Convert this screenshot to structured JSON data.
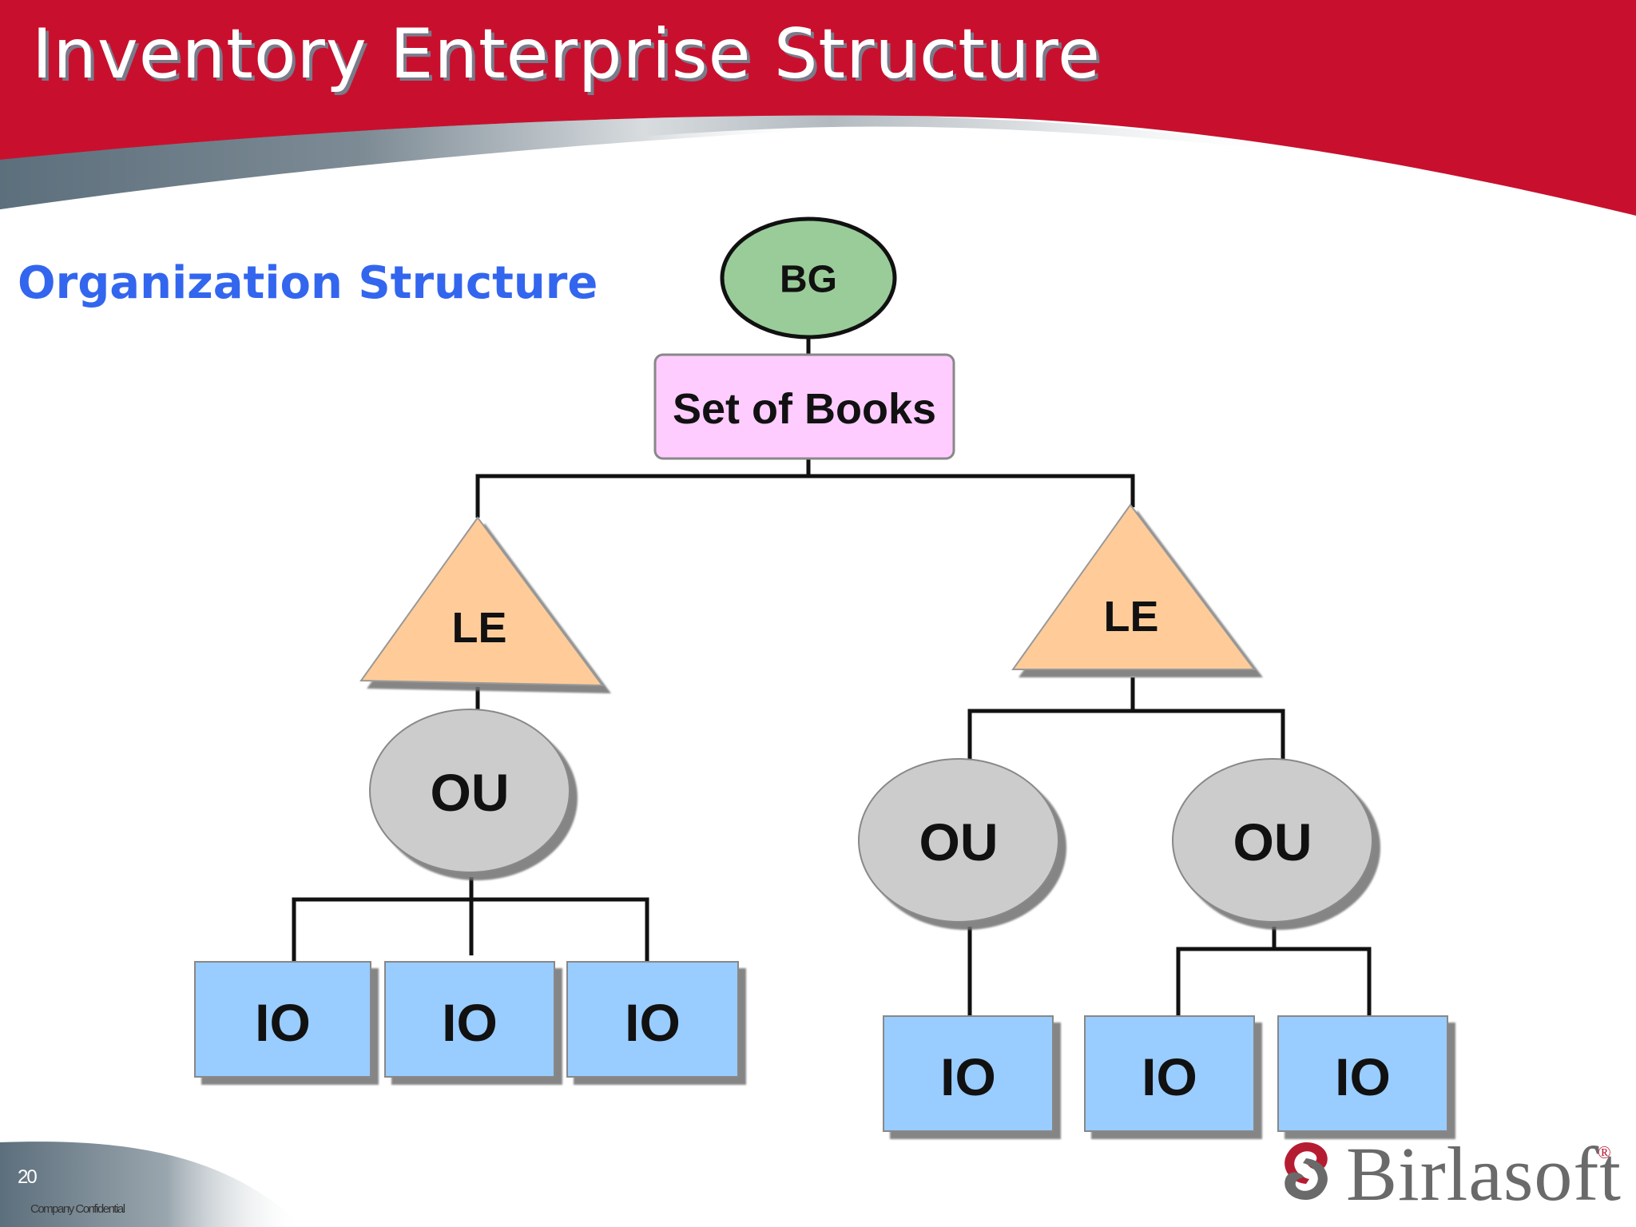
{
  "slide": {
    "title": "Inventory Enterprise Structure",
    "subtitle": "Organization Structure",
    "page_number": "20",
    "footer": "Company Confidential",
    "logo_text": "Birlasoft",
    "logo_mark": "®"
  },
  "diagram": {
    "bg": "BG",
    "sob": "Set of Books",
    "le_left": "LE",
    "le_right": "LE",
    "ou_left": "OU",
    "ou_mid": "OU",
    "ou_right": "OU",
    "io_1": "IO",
    "io_2": "IO",
    "io_3": "IO",
    "io_4": "IO",
    "io_5": "IO",
    "io_6": "IO"
  },
  "colors": {
    "banner_red": "#c8102e",
    "bg_ellipse": "#99cc99",
    "sob_box": "#ffccff",
    "le_triangle": "#ffcc99",
    "ou_ellipse": "#cccccc",
    "io_box": "#99ccff",
    "subtitle_blue": "#3366ee"
  }
}
